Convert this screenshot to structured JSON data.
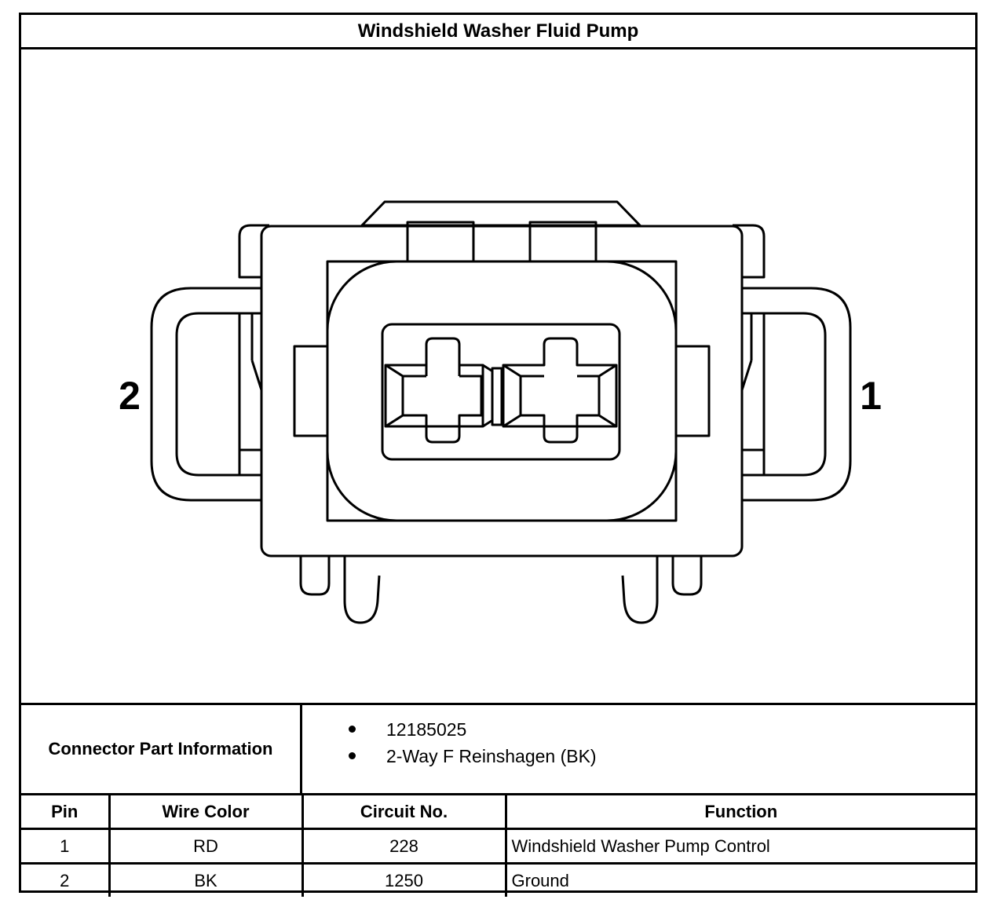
{
  "title": "Windshield Washer Fluid Pump",
  "pin_labels": {
    "left": "2",
    "right": "1"
  },
  "connector_info": {
    "label": "Connector Part Information",
    "items": [
      "12185025",
      "2-Way F Reinshagen (BK)"
    ]
  },
  "pin_table": {
    "headers": [
      "Pin",
      "Wire Color",
      "Circuit No.",
      "Function"
    ],
    "rows": [
      [
        "1",
        "RD",
        "228",
        "Windshield Washer Pump Control"
      ],
      [
        "2",
        "BK",
        "1250",
        "Ground"
      ]
    ]
  }
}
